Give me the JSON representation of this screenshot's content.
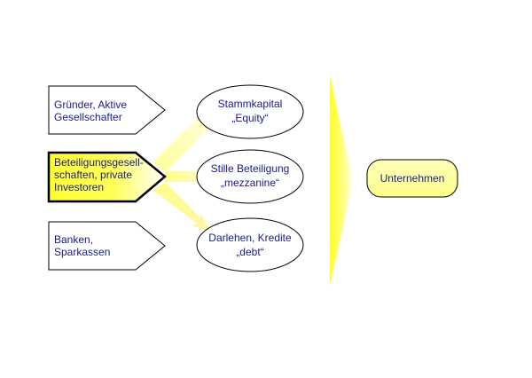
{
  "sources": [
    {
      "line1": "Gründer, Aktive",
      "line2": "Gesellschafter"
    },
    {
      "line1": "Beteiligungsgesell-",
      "line2": "schaften, private",
      "line3": "Investoren"
    },
    {
      "line1": "Banken,",
      "line2": "Sparkassen"
    }
  ],
  "capital_types": [
    {
      "line1": "Stammkapital",
      "line2": "„Equity“"
    },
    {
      "line1": "Stille Beteiligung",
      "line2": "„mezzanine“"
    },
    {
      "line1": "Darlehen, Kredite",
      "line2": "„debt“"
    }
  ],
  "target": {
    "label": "Unternehmen"
  },
  "colors": {
    "highlight_fill": "#ffff44",
    "arrow_glow": "#fff7a0",
    "big_arrow": "#ffff33",
    "text": "#1a1a8c",
    "outline": "#000000"
  }
}
